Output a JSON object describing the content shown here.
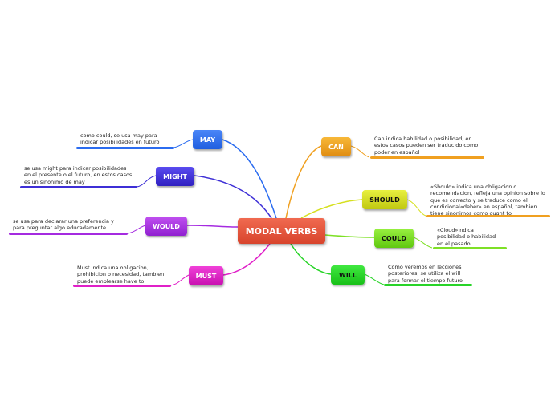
{
  "center": {
    "label": "MODAL VERBS",
    "color": "#e4573d"
  },
  "branches": {
    "may": {
      "label": "MAY",
      "color": "#2b6cf0",
      "note": "como could, se usa may para\nindicar posibilidades en futuro"
    },
    "might": {
      "label": "MIGHT",
      "color": "#3e2fd6",
      "note": "se usa might para indicar posibilidades\nen el presente o el futuro, en estos casos\nes un sinonimo de may"
    },
    "would": {
      "label": "WOULD",
      "color": "#a52be0",
      "note": "se usa para declarar una preferencia y\npara preguntar algo educadamente"
    },
    "must": {
      "label": "MUST",
      "color": "#e020c8",
      "note": "Must indica una obligacion,\nprohibicion o necesidad, tambien\npuede emplearse have to"
    },
    "can": {
      "label": "CAN",
      "color": "#f0a020",
      "note": "Can indica habilidad o posibilidad, en\nestos casos pueden ser traducido como\npoder en español"
    },
    "should": {
      "label": "SHOULD",
      "color": "#d6e020",
      "note": "«Should» indica una obligacion o\nrecomendacion, refleja una opinion sobre lo\nque es correcto y se traduce como el\ncondicional«deber» en español, tambien\ntiene sinonimos como ought to"
    },
    "could": {
      "label": "COULD",
      "color": "#7ee026",
      "note": "«Cloud»indica\nposibilidad o habilidad\nen el pasado"
    },
    "will": {
      "label": "WILL",
      "color": "#28d428",
      "note": "Como veremos en lecciones\nposteriores, se utiliza el will\npara formar el tiempo futuro"
    }
  }
}
